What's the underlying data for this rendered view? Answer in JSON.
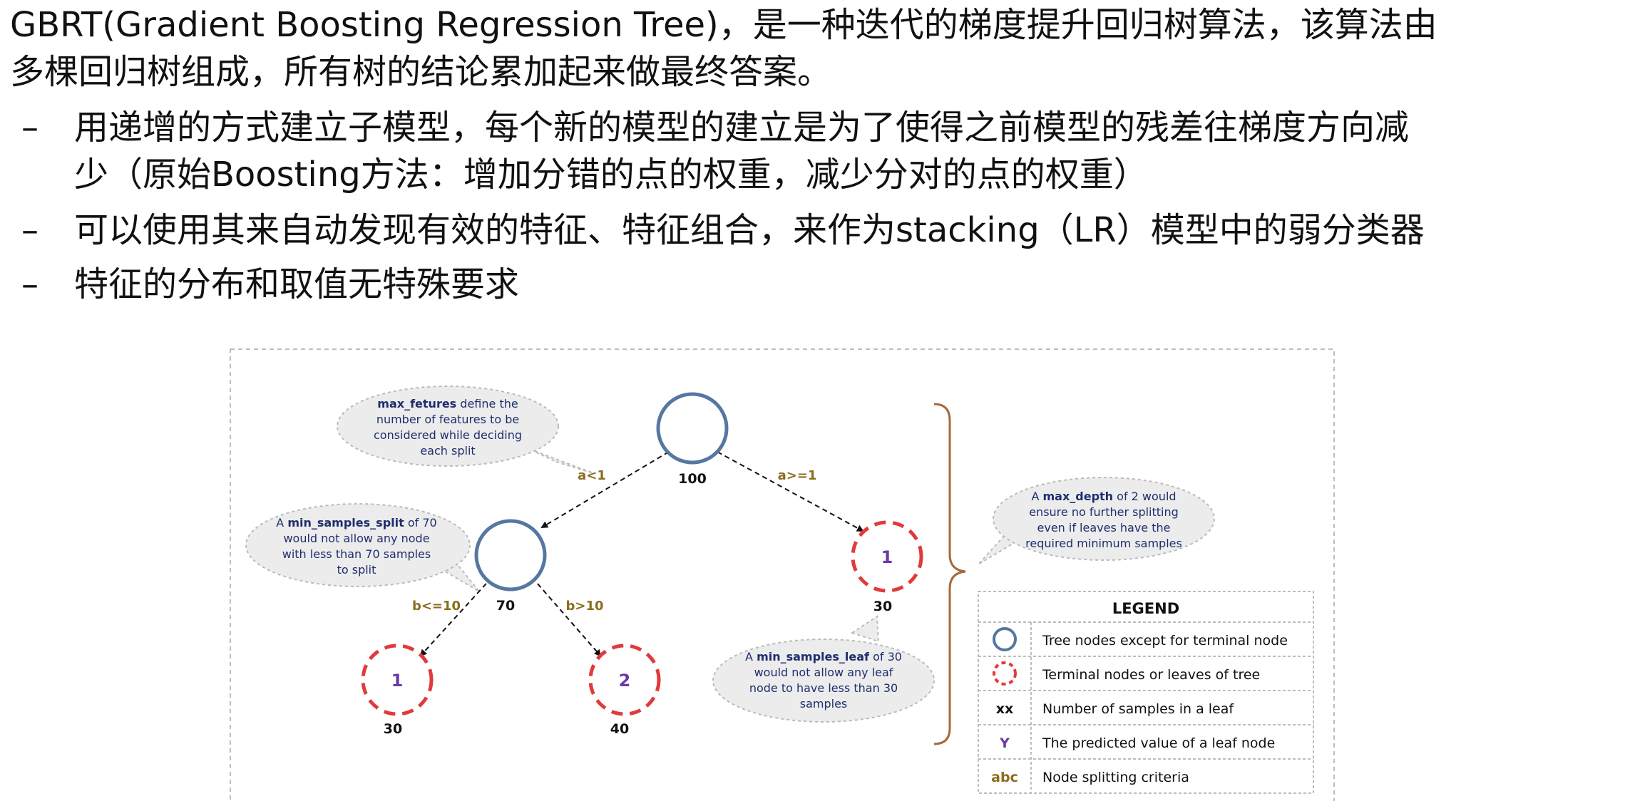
{
  "intro": {
    "line1": "GBRT(Gradient Boosting Regression Tree)，是一种迭代的梯度提升回归树算法，该算法由",
    "line2": "多棵回归树组成，所有树的结论累加起来做最终答案。"
  },
  "bullets": [
    {
      "dash": "–",
      "line1": "用递增的方式建立子模型，每个新的模型的建立是为了使得之前模型的残差往梯度方向减",
      "line2": "少（原始Boosting方法：增加分错的点的权重，减少分对的点的权重）"
    },
    {
      "dash": "–",
      "line1": "可以使用其来自动发现有效的特征、特征组合，来作为stacking（LR）模型中的弱分类器"
    },
    {
      "dash": "–",
      "line1": "特征的分布和取值无特殊要求"
    }
  ],
  "diagram": {
    "colors": {
      "node": "#5677a0",
      "leaf": "#e03a3a",
      "split": "#8a6d1e",
      "leafValue": "#6a3aa6",
      "callout": "#1f2e6e",
      "brace": "#a86a3a"
    },
    "root_count": "100",
    "split_left": "a<1",
    "split_right": "a>=1",
    "node_count": "70",
    "split_bl": "b<=10",
    "split_br": "b>10",
    "leaf_1_value": "1",
    "leaf_1_count": "30",
    "leaf_2_value": "2",
    "leaf_2_count": "40",
    "leaf_3_value": "1",
    "leaf_3_count": "30",
    "callout_features": {
      "l1a": "max_fetures",
      "l1b": " define the",
      "l2": "number of features to be",
      "l3": "considered while deciding",
      "l4": "each split"
    },
    "callout_split": {
      "l1a": "A ",
      "l1b": "min_samples_split",
      "l1c": " of 70",
      "l2": "would not allow any node",
      "l3": "with less than 70 samples",
      "l4": "to split"
    },
    "callout_leaf": {
      "l1a": "A ",
      "l1b": "min_samples_leaf",
      "l1c": " of 30",
      "l2": "would not allow any leaf",
      "l3": "node to have less than 30",
      "l4": "samples"
    },
    "callout_depth": {
      "l1a": "A ",
      "l1b": "max_depth",
      "l1c": " of 2 would",
      "l2": "ensure no further splitting",
      "l3": "even if leaves have the",
      "l4": "required minimum samples"
    },
    "legend": {
      "title": "LEGEND",
      "rows": [
        {
          "symbol": "",
          "text": "Tree nodes except for terminal node"
        },
        {
          "symbol": "",
          "text": "Terminal nodes or leaves of tree"
        },
        {
          "symbol": "xx",
          "text": "Number of samples in a leaf"
        },
        {
          "symbol": "Y",
          "text": "The predicted value of a leaf node"
        },
        {
          "symbol": "abc",
          "text": "Node splitting criteria"
        }
      ]
    }
  }
}
